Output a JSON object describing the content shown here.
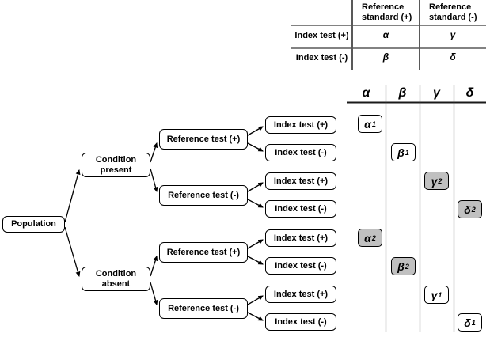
{
  "colors": {
    "shaded_cell": "#c0c0c0",
    "cell_bg": "#ffffff",
    "border": "#000000",
    "grid_line": "#595959"
  },
  "table": {
    "col_headers": [
      "Reference standard (+)",
      "Reference standard (-)"
    ],
    "rows": [
      {
        "label": "Index test (+)",
        "cells": [
          "α",
          "γ"
        ]
      },
      {
        "label": "Index test (-)",
        "cells": [
          "β",
          "δ"
        ]
      }
    ]
  },
  "tree": {
    "root_label": "Population",
    "branches": [
      "Condition present",
      "Condition absent"
    ],
    "reference_tests": [
      "Reference test (+)",
      "Reference test (-)",
      "Reference test (+)",
      "Reference test (-)"
    ],
    "index_tests": [
      "Index test (+)",
      "Index test (-)",
      "Index test (+)",
      "Index test (-)",
      "Index test (+)",
      "Index test (-)",
      "Index test (+)",
      "Index test (-)"
    ]
  },
  "grid": {
    "headers": [
      "α",
      "β",
      "γ",
      "δ"
    ],
    "cells": [
      {
        "base": "α",
        "sub": "1",
        "shaded": false
      },
      {
        "base": "β",
        "sub": "1",
        "shaded": false
      },
      {
        "base": "γ",
        "sub": "2",
        "shaded": true
      },
      {
        "base": "δ",
        "sub": "2",
        "shaded": true
      },
      {
        "base": "α",
        "sub": "2",
        "shaded": true
      },
      {
        "base": "β",
        "sub": "2",
        "shaded": true
      },
      {
        "base": "γ",
        "sub": "1",
        "shaded": false
      },
      {
        "base": "δ",
        "sub": "1",
        "shaded": false
      }
    ]
  }
}
